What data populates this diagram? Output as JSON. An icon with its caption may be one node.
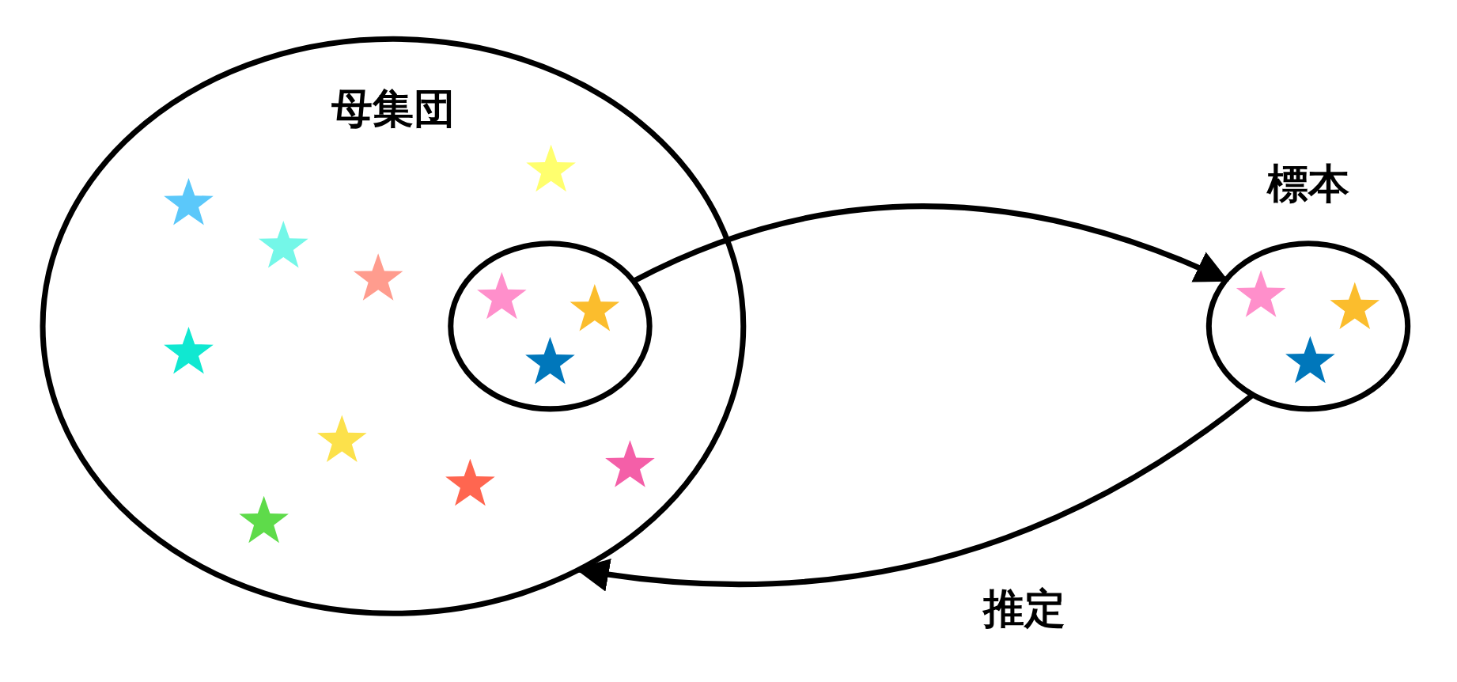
{
  "diagram": {
    "nodes": [
      {
        "text": [
          "母集団"
        ]
      },
      {
        "text": [],
        "shape": "star",
        "in": 0
      },
      {
        "text": [],
        "shape": "star",
        "in": 0
      },
      {
        "text": [],
        "shape": "star",
        "in": 0
      },
      {
        "text": [],
        "shape": "star",
        "in": 0
      },
      {
        "text": [],
        "shape": "circle",
        "in": 0
      },
      {
        "text": [],
        "shape": "star",
        "in": 5
      },
      {
        "text": [],
        "shape": "star",
        "in": 5
      },
      {
        "text": [],
        "shape": "star",
        "in": 5
      },
      {
        "text": [],
        "shape": "star",
        "in": 0
      },
      {
        "text": [],
        "shape": "star",
        "in": 0
      },
      {
        "text": [],
        "shape": "star",
        "in": 0
      },
      {
        "text": [],
        "shape": "star",
        "in": 0
      },
      {
        "text": [],
        "shape": "star",
        "in": 0
      },
      {
        "text": [
          "標本"
        ]
      },
      {
        "text": [],
        "shape": "star",
        "in": 14
      },
      {
        "text": [],
        "shape": "star",
        "in": 14
      },
      {
        "text": [],
        "shape": "star",
        "in": 14
      }
    ],
    "edges": [
      {
        "from": 5,
        "to": 14,
        "arrow": "to"
      },
      {
        "from": 14,
        "to": 0,
        "arrow": "to",
        "label": "推定"
      }
    ]
  }
}
